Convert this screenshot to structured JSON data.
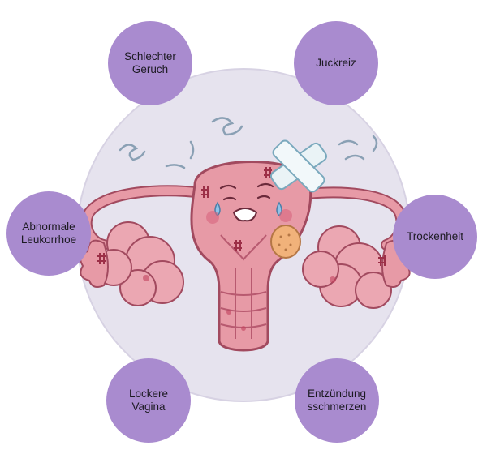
{
  "bubbles": {
    "top_left": "Schlechter\nGeruch",
    "top_right": "Juckreiz",
    "mid_left": "Abnormale\nLeukorrhoe",
    "mid_right": "Trockenheit",
    "bottom_left": "Lockere Vagina",
    "bottom_right": "Entzündung\nsschmerzen"
  },
  "colors": {
    "bubble": "#a98bcf",
    "circle_bg": "#e6e3ee",
    "uterus": "#e79aa6",
    "uterus_outline": "#a24a5f"
  },
  "illustration": "sad-uterus-with-bandage"
}
